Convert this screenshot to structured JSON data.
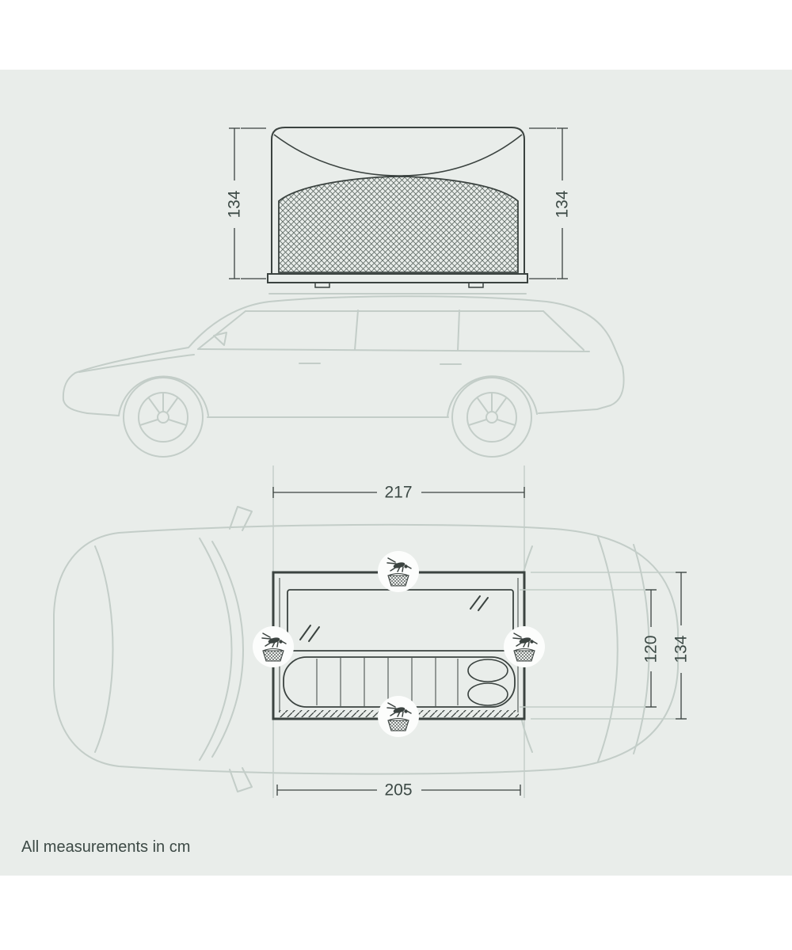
{
  "colors": {
    "page_background": "#ffffff",
    "panel_background": "#e9edea",
    "car_outline": "#c3cdc8",
    "tent_outline": "#3b4340",
    "text": "#3d4a46"
  },
  "footnote": "All measurements in cm",
  "side_view": {
    "tent_height_left": "134",
    "tent_height_right": "134"
  },
  "top_view": {
    "tent_width": "217",
    "tent_length": "205",
    "inner_depth": "120",
    "outer_depth": "134"
  },
  "icons": {
    "mosquito_net": "mosquito-net-icon"
  }
}
